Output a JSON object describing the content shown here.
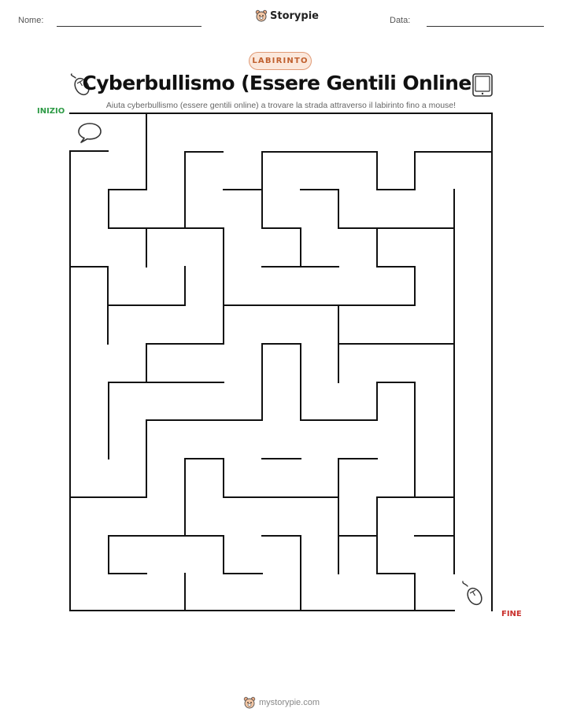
{
  "header": {
    "name_label": "Nome:",
    "date_label": "Data:",
    "brand": "Storypie"
  },
  "badge": "LABIRINTO",
  "title": "Cyberbullismo (Essere Gentili Online)",
  "subtitle": "Aiuta cyberbullismo (essere gentili online) a trovare la strada attraverso il labirinto fino a mouse!",
  "maze": {
    "start_label": "INIZIO",
    "end_label": "FINE",
    "start_icon": "speech-bubble-icon",
    "end_icon": "computer-mouse-icon",
    "decor_left_icon": "computer-mouse-icon",
    "decor_right_icon": "tablet-icon"
  },
  "footer": {
    "site": "mystorypie.com"
  },
  "colors": {
    "badge_border": "#e09a76",
    "badge_bg": "#fbe8dc",
    "badge_text": "#c0602f",
    "start": "#2e9b46",
    "end": "#c9302c"
  }
}
